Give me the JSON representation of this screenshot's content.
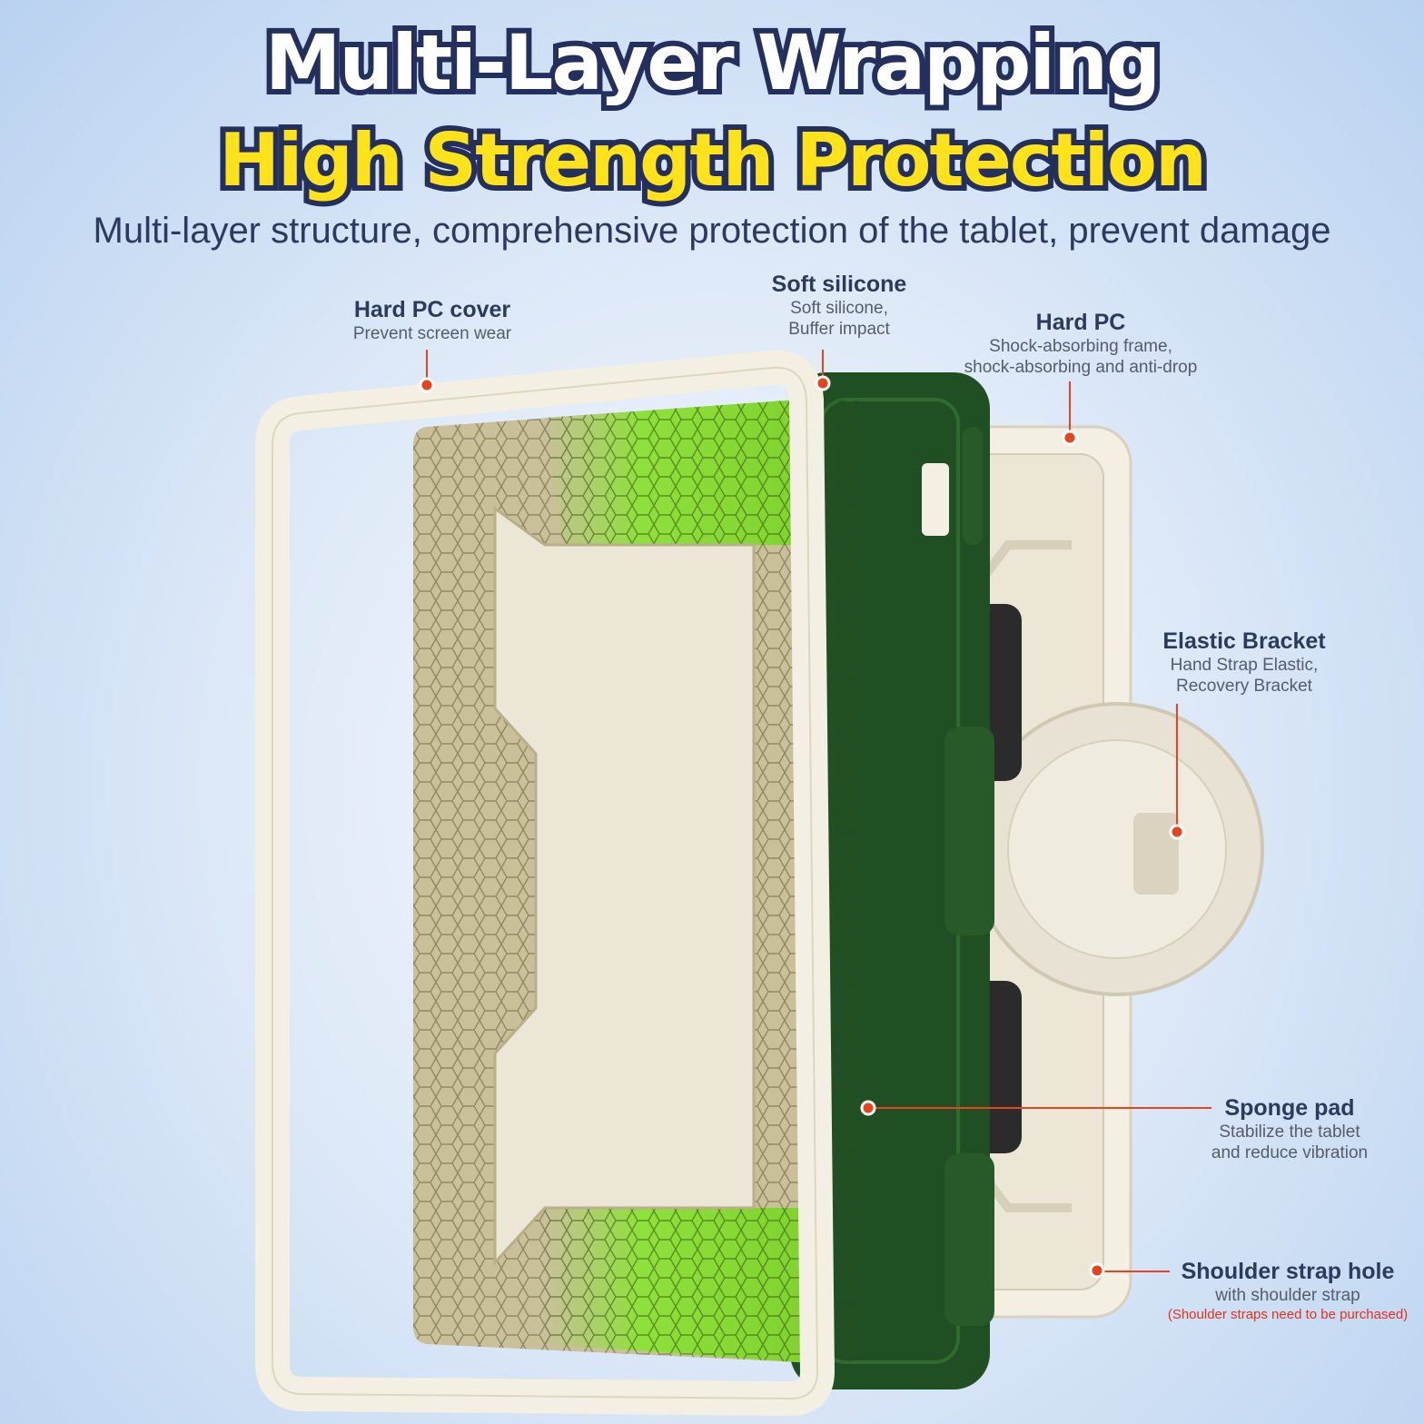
{
  "header": {
    "title": "Multi-Layer Wrapping",
    "subtitle": "High Strength Protection",
    "description": "Multi-layer structure, comprehensive protection of the tablet, prevent damage"
  },
  "callouts": {
    "hard_pc_cover": {
      "heading": "Hard PC cover",
      "line1": "Prevent screen wear"
    },
    "soft_silicone": {
      "heading": "Soft silicone",
      "line1": "Soft silicone,",
      "line2": "Buffer impact"
    },
    "hard_pc": {
      "heading": "Hard PC",
      "line1": "Shock-absorbing frame,",
      "line2": "shock-absorbing and anti-drop"
    },
    "elastic_bracket": {
      "heading": "Elastic Bracket",
      "line1": "Hand Strap Elastic,",
      "line2": "Recovery Bracket"
    },
    "sponge_pad": {
      "heading": "Sponge pad",
      "line1": "Stabilize the tablet",
      "line2": "and reduce vibration"
    },
    "shoulder_strap": {
      "heading": "Shoulder strap hole",
      "line1": "with shoulder strap",
      "note": "(Shoulder straps need to be purchased)"
    }
  },
  "colors": {
    "title_outline": "#23305d",
    "title_fill": "#ffffff",
    "subtitle_fill": "#ffe21a",
    "leader_line": "#e8431f",
    "lime_green": "#8fe03a",
    "dark_green": "#1f4f22",
    "khaki": "#c9c09a",
    "ivory": "#f3efe2"
  }
}
